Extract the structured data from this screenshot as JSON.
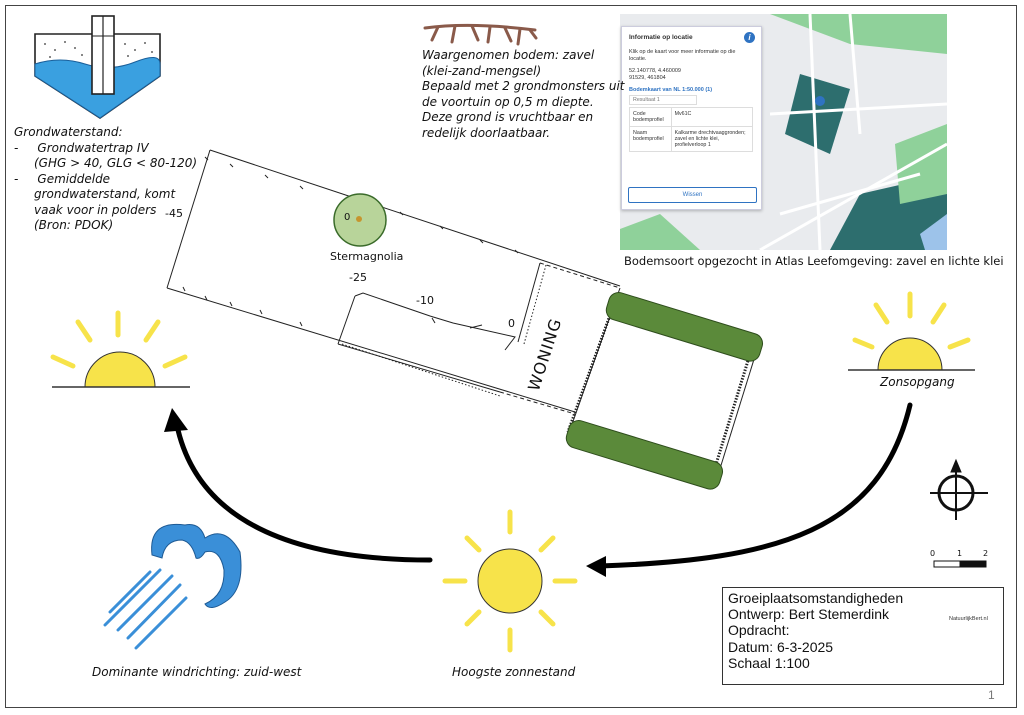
{
  "groundwater": {
    "title": "Grondwaterstand:",
    "bullet1": "Grondwatertrap IV",
    "bullet1b": "(GHG > 40, GLG < 80-120)",
    "bullet2": "Gemiddelde",
    "bullet2b": "grondwaterstand, komt",
    "bullet2c": "vaak voor in polders",
    "bullet2d": "(Bron: PDOK)"
  },
  "soil": {
    "line1": "Waargenomen bodem: zavel",
    "line2": "(klei-zand-mengsel)",
    "line3": "Bepaald met 2 grondmonsters uit",
    "line4": "de voortuin op 0,5 m diepte.",
    "line5": "Deze grond is vruchtbaar en",
    "line6": "redelijk doorlaatbaar."
  },
  "map_panel": {
    "header": "Informatie op locatie",
    "intro1": "Klik op de kaart voor meer informatie op die",
    "intro2": "locatie.",
    "coord1": "52.140778, 4.460009",
    "coord2": "91529, 461804",
    "layer": "Bodemkaart van NL 1:50.000 (1)",
    "result": "Resultaat 1",
    "row1_key": "Code bodemprofiel",
    "row1_val": "Mv61C",
    "row2_key": "Naam bodemprofiel",
    "row2_val": "Kalkarme drechtvaaggronden; zavel en lichte klei, profielverloop 1",
    "button": "Wissen",
    "caption": "Bodemsoort opgezocht in Atlas Leefomgeving: zavel en lichte klei"
  },
  "plan": {
    "tree_label": "Stermagnolia",
    "tree_value": "0",
    "level_m45": "-45",
    "level_m25": "-25",
    "level_m10": "-10",
    "level_0": "0",
    "house": "WONING"
  },
  "sun": {
    "sunrise": "Zonsopgang",
    "highest": "Hoogste zonnestand",
    "wind": "Dominante windrichting: zuid-west"
  },
  "scale_bar": {
    "t0": "0",
    "t1": "1",
    "t2": "2"
  },
  "title_block": {
    "line1": "Groeiplaatsomstandigheden",
    "line2": "Ontwerp: Bert Stemerdink",
    "line3": "Opdracht:",
    "line4": "Datum: 6-3-2025",
    "line5": "Schaal 1:100",
    "logo_text": "NatuurlijkBert.nl"
  },
  "page_number": "1",
  "colors": {
    "water": "#3aa0e0",
    "sun": "#f7e34a",
    "hedge": "#5b8a3a",
    "tree": "#b8d49a",
    "wind": "#3a8fd8"
  }
}
